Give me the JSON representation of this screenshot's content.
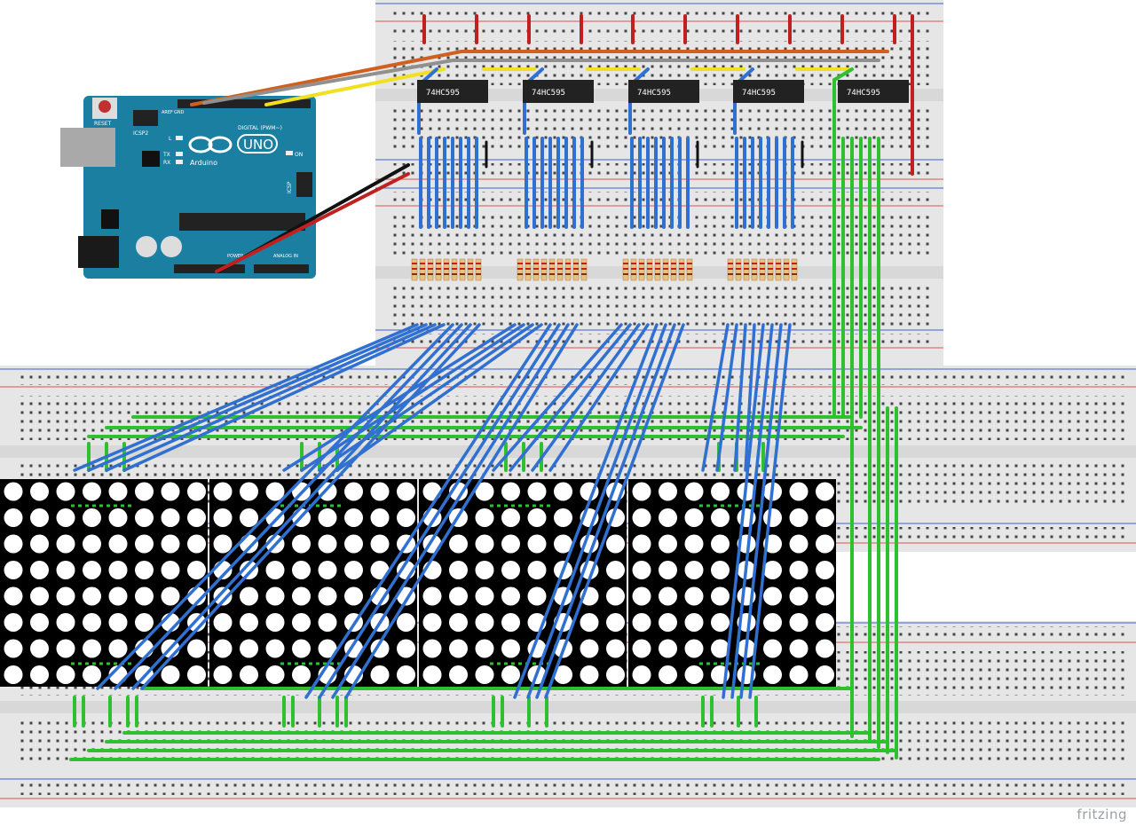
{
  "watermark": "fritzing",
  "arduino": {
    "board_name": "UNO",
    "brand": "Arduino",
    "reset_label": "RESET",
    "icsp2_label": "ICSP2",
    "icsp_label": "ICSP",
    "digital_label": "DIGITAL (PWM~)",
    "power_label": "POWER",
    "analog_label": "ANALOG IN",
    "on_label": "ON",
    "led_l": "L",
    "led_tx": "TX",
    "led_rx": "RX",
    "aref_label": "AREF",
    "gnd_label": "GND"
  },
  "shift_registers": [
    {
      "label": "74HC595"
    },
    {
      "label": "74HC595"
    },
    {
      "label": "74HC595"
    },
    {
      "label": "74HC595"
    },
    {
      "label": "74HC595"
    }
  ],
  "led_matrices": [
    {
      "rows": 8,
      "cols": 8
    },
    {
      "rows": 8,
      "cols": 8
    },
    {
      "rows": 8,
      "cols": 8
    },
    {
      "rows": 8,
      "cols": 8
    }
  ],
  "colors": {
    "breadboard": "#e8e8e8",
    "breadboard_center": "#dcdcdc",
    "hole": "#3a3a3a",
    "rail_red": "#e05050",
    "rail_blue": "#4060d0",
    "wire_blue": "#3070d0",
    "wire_green": "#2fc02f",
    "wire_red": "#c02020",
    "wire_yellow": "#f0e020",
    "wire_orange": "#d06020",
    "wire_gray": "#909090",
    "wire_black": "#111111",
    "arduino": "#1a7fa0",
    "ic": "#222222",
    "matrix": "#000000",
    "led": "#ffffff"
  }
}
